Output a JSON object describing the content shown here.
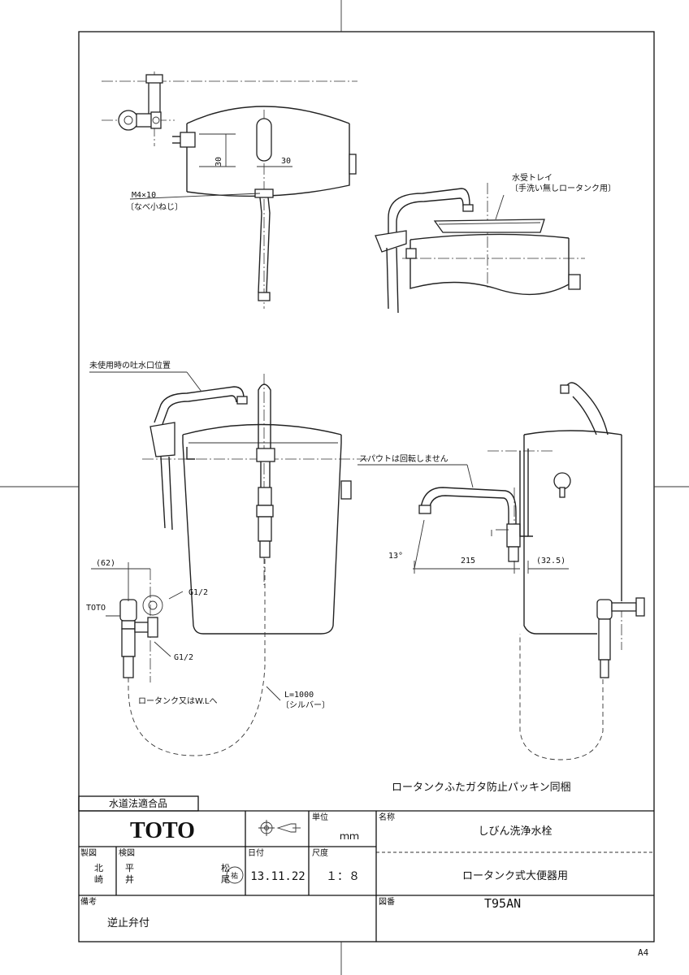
{
  "notes": {
    "dim_30_v": "30",
    "dim_30_h": "30",
    "screw": "M4×10",
    "screw_sub": "〔なべ小ねじ〕",
    "tray": "水受トレイ",
    "tray_sub": "〔手洗い無しロータンク用〕",
    "unused_pos": "未使用時の吐水口位置",
    "no_rotate": "スパウトは回転しません",
    "dim_62": "(62)",
    "g12_top": "G1/2",
    "toto_label": "TOTO",
    "g12_bottom": "G1/2",
    "dim_13": "13°",
    "dim_215": "215",
    "dim_325": "(32.5)",
    "to_tank": "ロータンク又はW.Lへ",
    "hose_len": "L=1000",
    "hose_color": "〔シルバー〕",
    "packing": "ロータンクふたガタ防止パッキン同梱"
  },
  "titleblock": {
    "compliance": "水道法適合品",
    "logo": "TOTO",
    "unit_label": "単位",
    "unit": "ｍｍ",
    "name_label": "名称",
    "name": "しびん洗浄水栓",
    "drawn_label": "製図",
    "drawn_1": "北",
    "drawn_2": "崎",
    "checked_label": "検図",
    "checked_1": "平",
    "checked_2": "井",
    "approve_1": "松",
    "approve_2": "尾",
    "approve_3": "祐",
    "date_label": "日付",
    "date": "13.11.22",
    "scale_label": "尺度",
    "scale": "１：８",
    "subname": "ロータンク式大便器用",
    "remarks_label": "備考",
    "remarks": "逆止弁付",
    "drawing_no_label": "図番",
    "drawing_no": "T95AN"
  },
  "paper_size": "A4"
}
